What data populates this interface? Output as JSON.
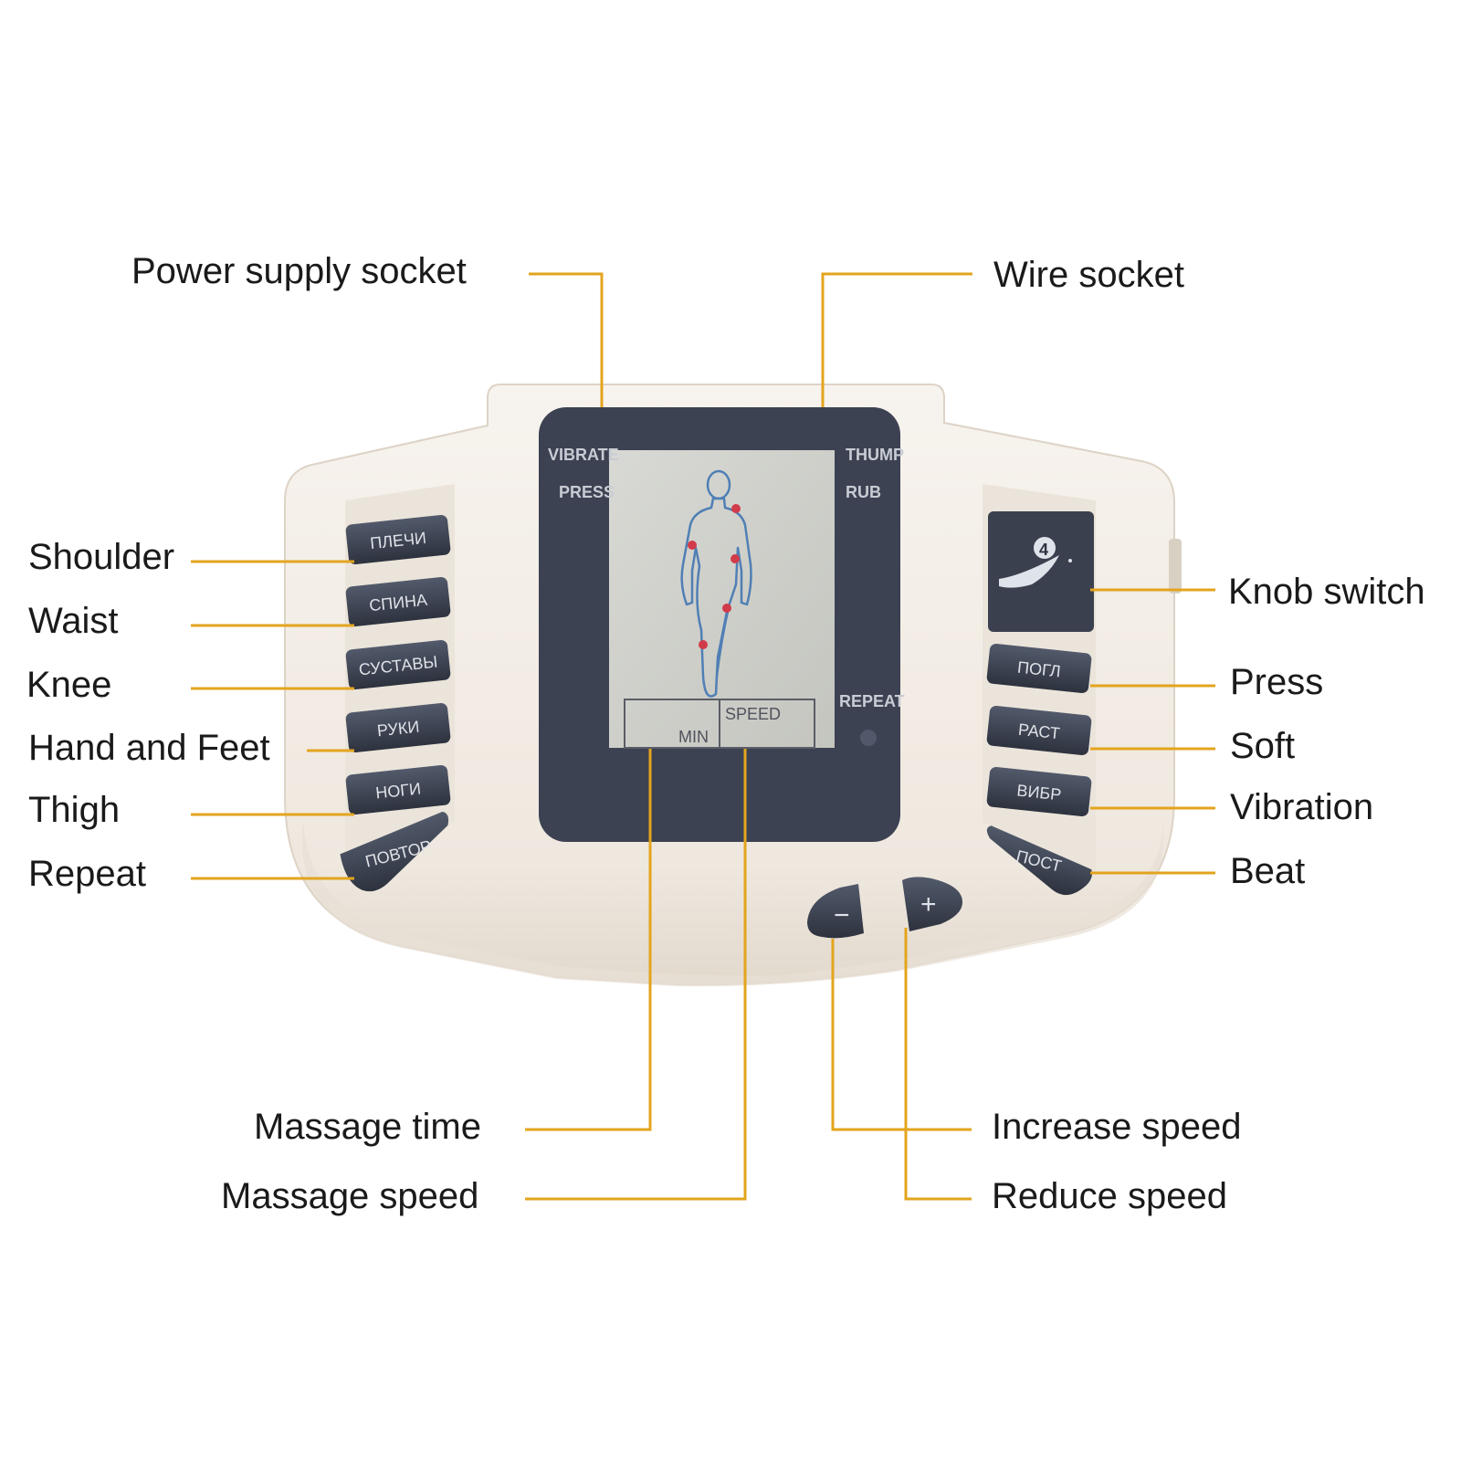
{
  "colors": {
    "leader_line": "#e3a41e",
    "device_body": "#f3eee7",
    "screen_bezel": "#3c4252",
    "lcd": "#cfd0cb",
    "button": "#3b4150",
    "button_text": "#dfe2e8",
    "figure_outline": "#4f7fb5",
    "figure_points": "#d23b4a"
  },
  "annotations": {
    "power_supply_socket": "Power supply socket",
    "wire_socket": "Wire socket",
    "shoulder": "Shoulder",
    "waist": "Waist",
    "knee": "Knee",
    "hand_and_feet": "Hand and Feet",
    "thigh": "Thigh",
    "repeat": "Repeat",
    "knob_switch": "Knob switch",
    "press": "Press",
    "soft": "Soft",
    "vibration": "Vibration",
    "beat": "Beat",
    "massage_time": "Massage time",
    "massage_speed": "Massage speed",
    "increase_speed": "Increase speed",
    "reduce_speed": "Reduce speed"
  },
  "screen": {
    "vibrate": "VIBRATE",
    "press": "PRESS",
    "thump": "THUMP",
    "rub": "RUB",
    "repeat": "REPEAT",
    "min": "MIN",
    "speed": "SPEED"
  },
  "left_buttons": [
    "ПЛЕЧИ",
    "СПИНА",
    "СУСТАВЫ",
    "РУКИ",
    "НОГИ",
    "ПОВТОР"
  ],
  "right_buttons": [
    "ПОГЛ",
    "РАСТ",
    "ВИБР",
    "ПОСТ"
  ],
  "knob": {
    "digit": "4",
    "icon": "knob-wave-icon"
  },
  "speed_buttons": {
    "minus": "−",
    "plus": "+"
  }
}
